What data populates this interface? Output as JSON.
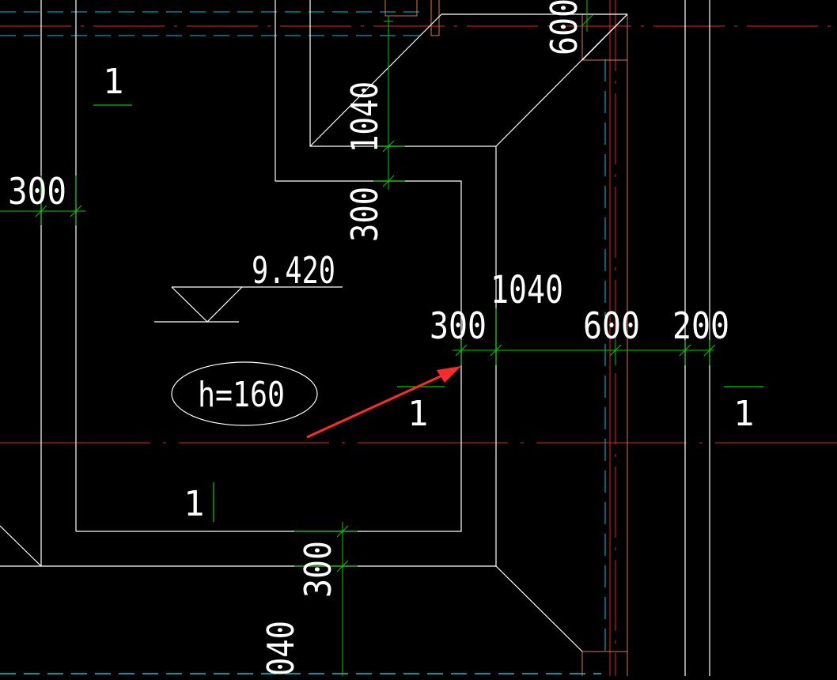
{
  "colors": {
    "background": "#000000",
    "wall": "#ffffff",
    "dimension": "#00cc00",
    "axis": "#e02020",
    "hidden": "#00c8d8",
    "orange": "#d8783c",
    "arrow": "#ff2a2a"
  },
  "labels": {
    "elevation": "9.420",
    "thickness": "h=160",
    "section_mark": "1"
  },
  "dimensions": {
    "top_width": "300",
    "top_vertical_1040": "1040",
    "top_vertical_300": "300",
    "right_300": "300",
    "right_1040": "1040",
    "right_600": "600",
    "right_200": "200",
    "top_right_600": "600",
    "bottom_300": "300",
    "bottom_1040": "040"
  }
}
